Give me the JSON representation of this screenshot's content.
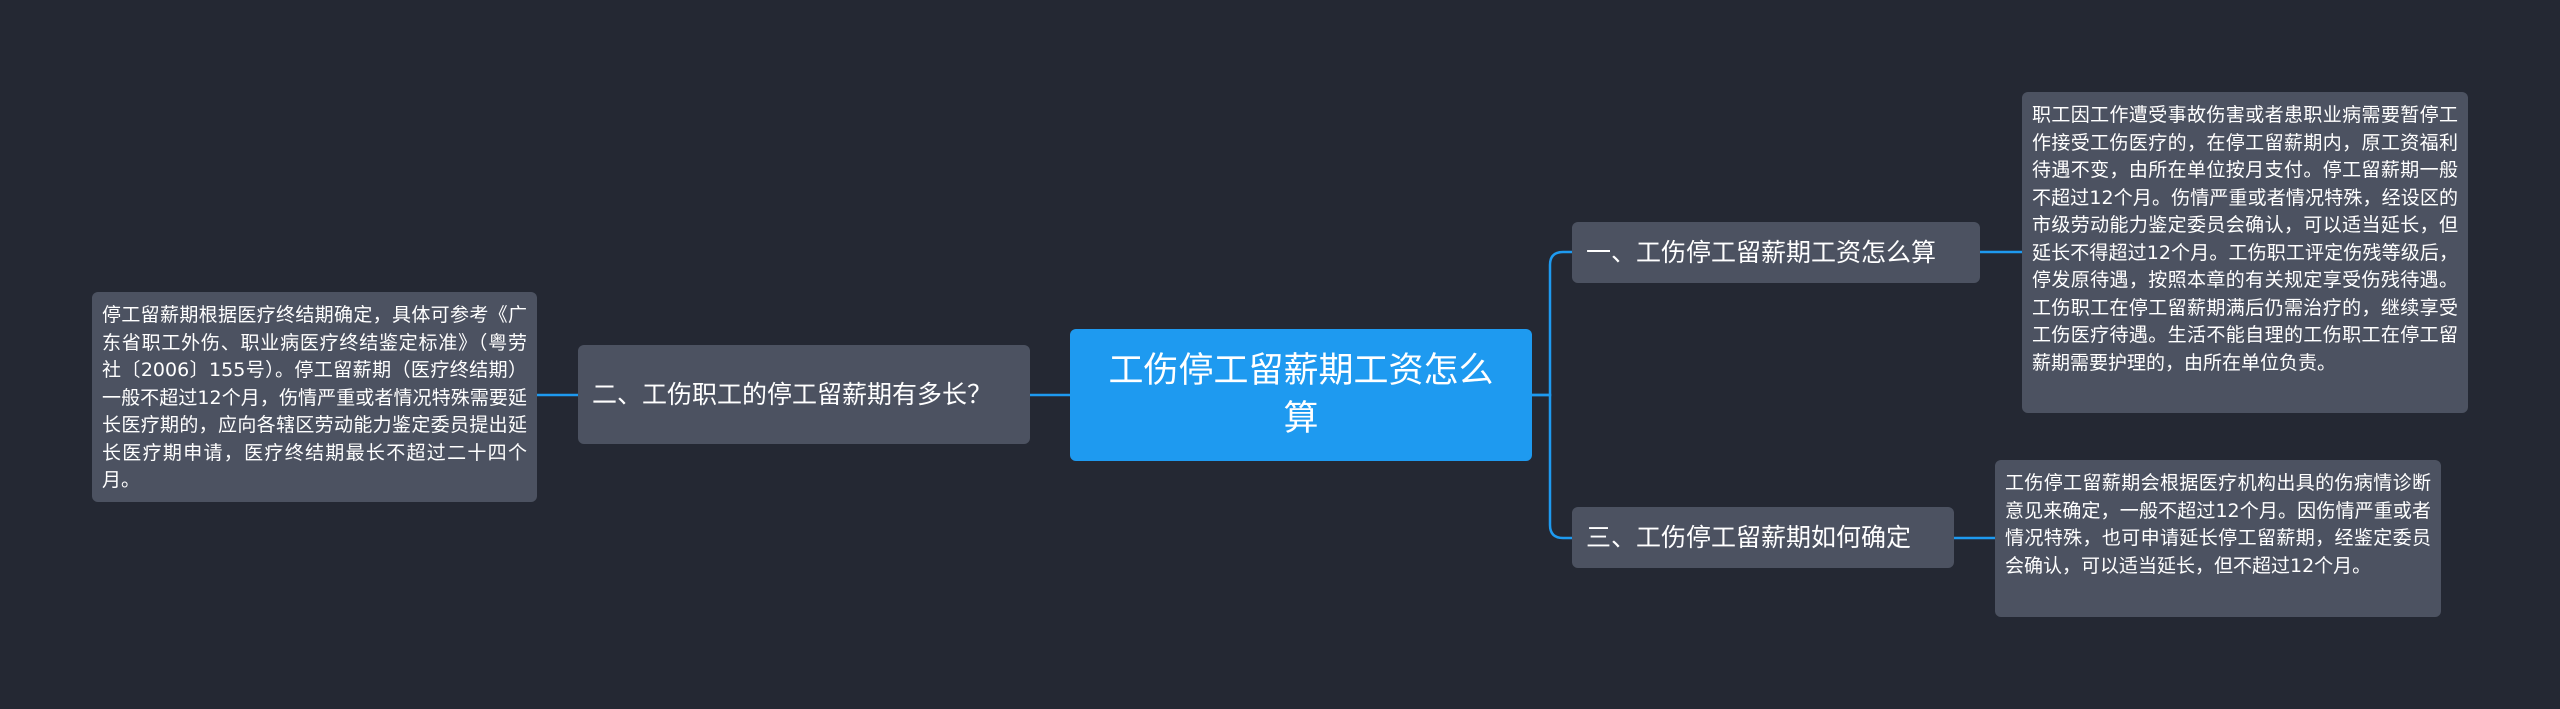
{
  "root": {
    "title": "工伤停工留薪期工资怎么算"
  },
  "branches": [
    {
      "label": "一、工伤停工留薪期工资怎么算",
      "detail": "职工因工作遭受事故伤害或者患职业病需要暂停工作接受工伤医疗的，在停工留薪期内，原工资福利待遇不变，由所在单位按月支付。停工留薪期一般不超过12个月。伤情严重或者情况特殊，经设区的市级劳动能力鉴定委员会确认，可以适当延长，但延长不得超过12个月。工伤职工评定伤残等级后，停发原待遇，按照本章的有关规定享受伤残待遇。工伤职工在停工留薪期满后仍需治疗的，继续享受工伤医疗待遇。生活不能自理的工伤职工在停工留薪期需要护理的，由所在单位负责。"
    },
    {
      "label": "二、工伤职工的停工留薪期有多长？",
      "detail": "停工留薪期根据医疗终结期确定，具体可参考《广东省职工外伤、职业病医疗终结鉴定标准》（粤劳社〔2006〕155号）。停工留薪期（医疗终结期）一般不超过12个月，伤情严重或者情况特殊需要延长医疗期的，应向各辖区劳动能力鉴定委员提出延长医疗期申请，医疗终结期最长不超过二十四个月。"
    },
    {
      "label": "三、工伤停工留薪期如何确定",
      "detail": "工伤停工留薪期会根据医疗机构出具的伤病情诊断意见来确定，一般不超过12个月。因伤情严重或者情况特殊，也可申请延长停工留薪期，经鉴定委员会确认，可以适当延长，但不超过12个月。"
    }
  ],
  "colors": {
    "background": "#242833",
    "root_fill": "#1e9af0",
    "node_fill": "#4c5261",
    "connector": "#1e9af0",
    "text": "#ffffff"
  }
}
